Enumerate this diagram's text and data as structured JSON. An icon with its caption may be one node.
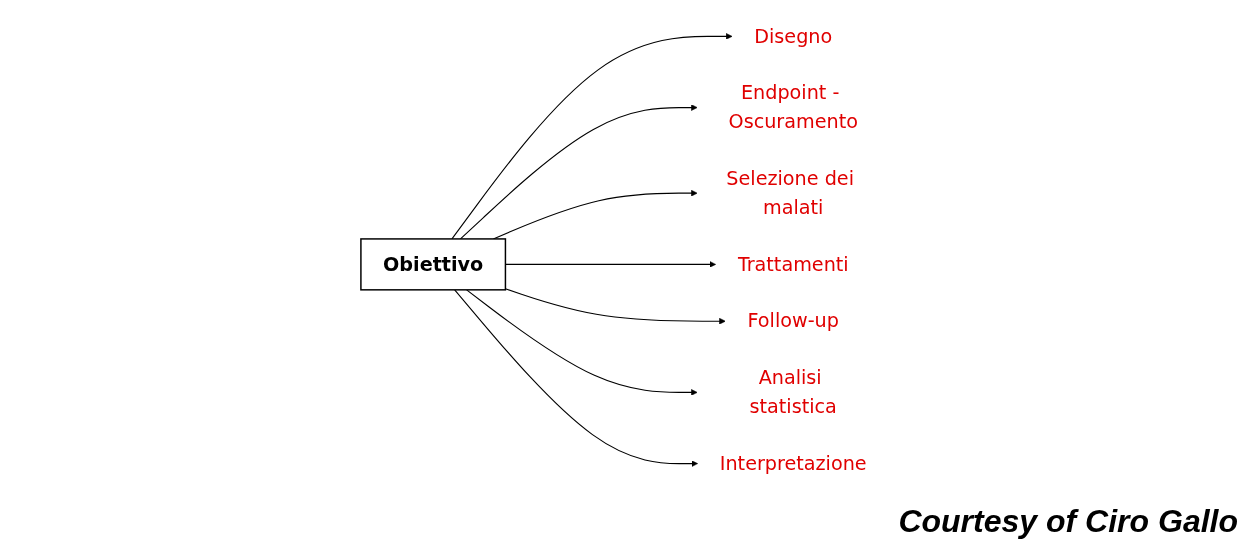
{
  "diagram": {
    "caption": "Courtesy of  Ciro Gallo",
    "nodes": [
      {
        "text": [
          "Obiettivo"
        ]
      },
      {
        "text": [
          "Disegno"
        ]
      },
      {
        "text": [
          "Endpoint - Oscuramento"
        ]
      },
      {
        "text": [
          "Selezione dei malati"
        ]
      },
      {
        "text": [
          "Trattamenti"
        ]
      },
      {
        "text": [
          "Follow-up"
        ]
      },
      {
        "text": [
          "Analisi statistica"
        ]
      },
      {
        "text": [
          "Interpretazione"
        ]
      }
    ],
    "edges": [
      {
        "from": 0,
        "to": 1,
        "arrow": "to"
      },
      {
        "from": 0,
        "to": 2,
        "arrow": "to"
      },
      {
        "from": 0,
        "to": 3,
        "arrow": "to"
      },
      {
        "from": 0,
        "to": 4,
        "arrow": "to"
      },
      {
        "from": 0,
        "to": 5,
        "arrow": "to"
      },
      {
        "from": 0,
        "to": 6,
        "arrow": "to"
      },
      {
        "from": 0,
        "to": 7,
        "arrow": "to"
      }
    ]
  }
}
